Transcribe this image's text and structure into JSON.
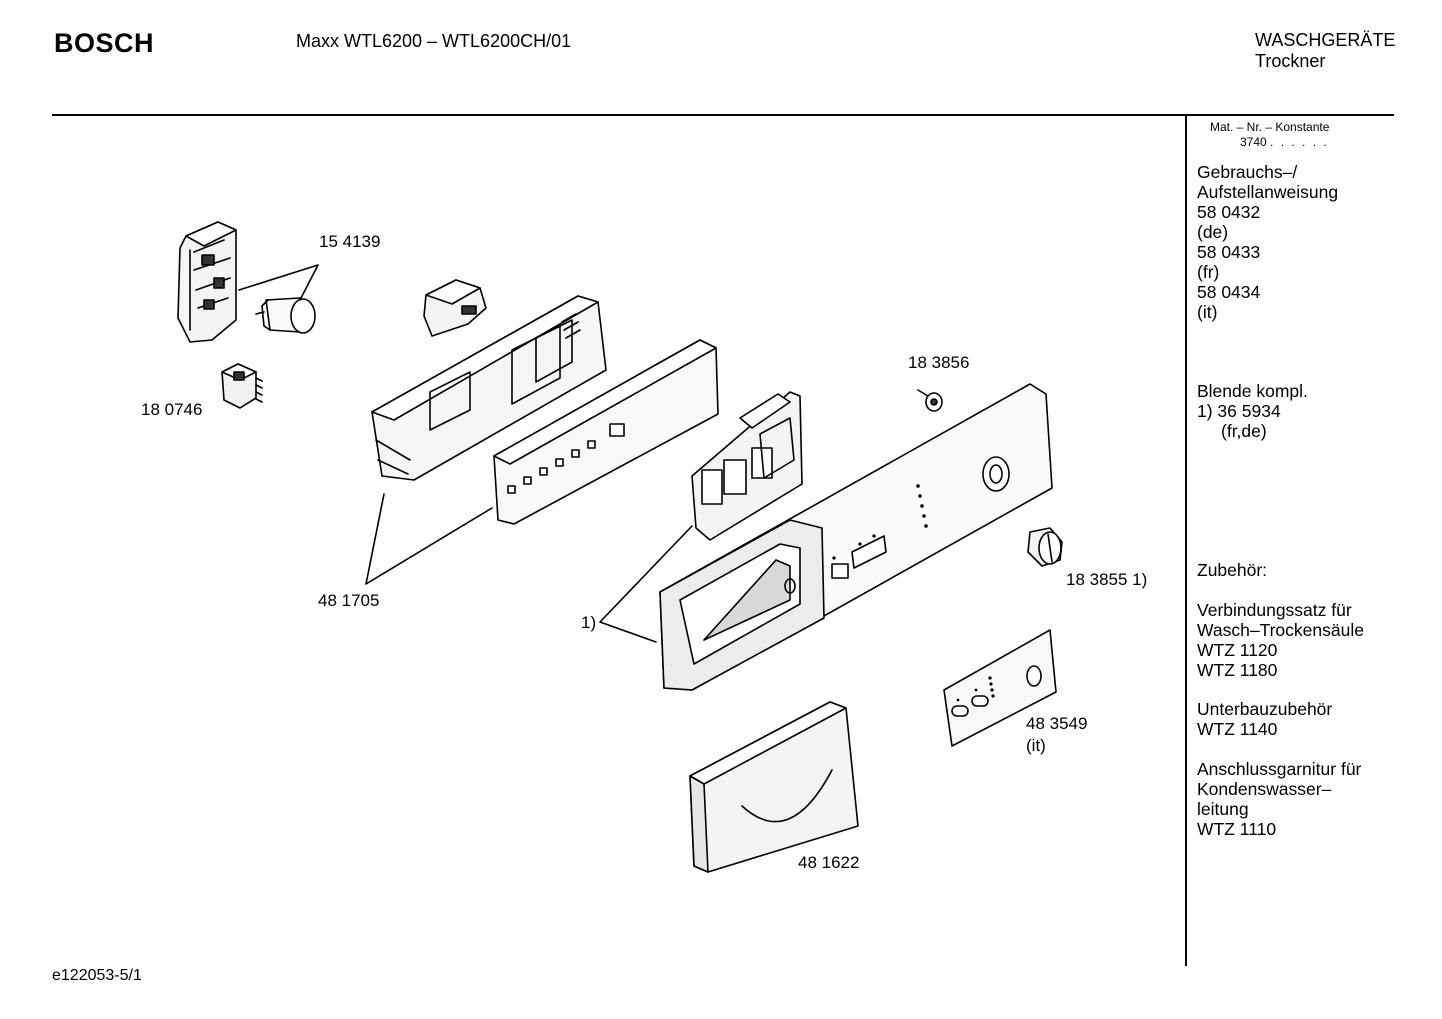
{
  "header": {
    "brand": "BOSCH",
    "model": "Maxx WTL6200 –  WTL6200CH/01",
    "category_line1": "WASCHGERÄTE",
    "category_line2": "Trockner"
  },
  "mat_no": {
    "label": "Mat. – Nr. – Konstante",
    "value": "3740",
    "dots": ". . . . . ."
  },
  "sidebar": {
    "manual": [
      "Gebrauchs–/",
      "Aufstellanweisung",
      "58 0432",
      "(de)",
      "58 0433",
      "(fr)",
      "58 0434",
      "(it)"
    ],
    "blende": [
      "Blende kompl.",
      "1) 36 5934",
      "(fr,de)"
    ],
    "accessories_heading": "Zubehör:",
    "accessory_1": [
      "Verbindungssatz für",
      "Wasch–Trockensäule",
      "WTZ 1120",
      "WTZ 1180"
    ],
    "accessory_2": [
      "Unterbauzubehör",
      "WTZ 1140"
    ],
    "accessory_3": [
      "Anschlussgarnitur für",
      "Kondenswasser–",
      "leitung",
      "WTZ 1110"
    ]
  },
  "callouts": {
    "p154139": "15 4139",
    "p180746": "18 0746",
    "p481705": "48 1705",
    "p183856": "18 3856",
    "p183855": "18 3855 1)",
    "p1": "1)",
    "p483549": "48 3549",
    "p483549_note": "(it)",
    "p481622": "48 1622"
  },
  "footer": {
    "code": "e122053-5/1"
  }
}
